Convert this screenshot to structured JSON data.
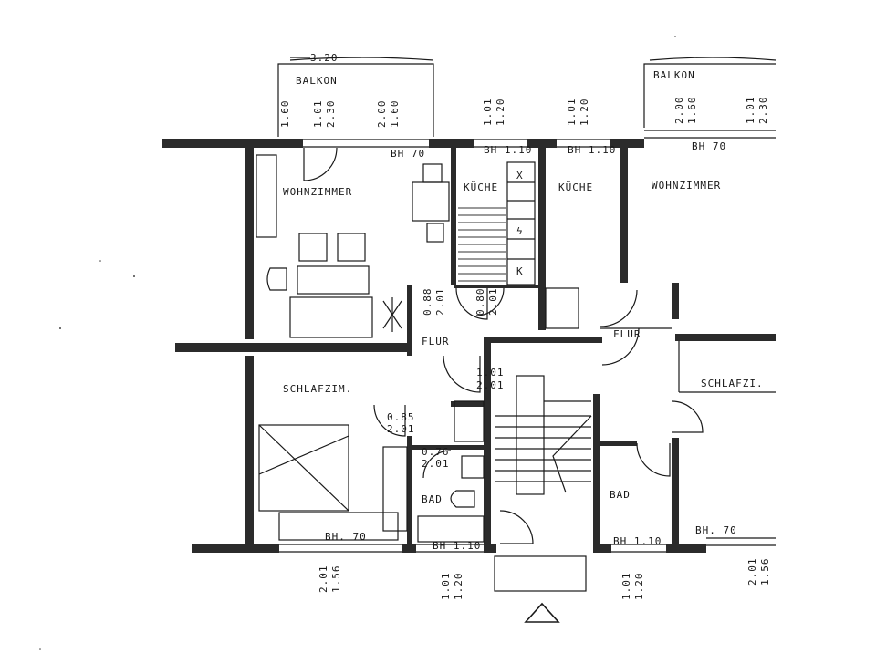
{
  "rooms": {
    "balkon_left": "BALKON",
    "balkon_right": "BALKON",
    "wohnzimmer_left": "WOHNZIMMER",
    "wohnzimmer_right": "WOHNZIMMER",
    "kueche_left": "KÜCHE",
    "kueche_right": "KÜCHE",
    "flur_left": "FLUR",
    "flur_right": "FLUR",
    "schlafzim_left": "SCHLAFZIM.",
    "schlafzim_right": "SCHLAFZI.",
    "bad_left": "BAD",
    "bad_right": "BAD"
  },
  "dimensions": {
    "balkon_width": "3.20",
    "balkon_depth": "1.60",
    "win_a1": "1.01",
    "win_a2": "2.30",
    "win_b1": "2.00",
    "win_b2": "1.60",
    "win_c1": "1.01",
    "win_c2": "1.20",
    "win_d1": "1.01",
    "win_d2": "1.20",
    "win_e1": "2.00",
    "win_e2": "1.60",
    "win_f1": "1.01",
    "win_f2": "2.30",
    "bh70_a": "BH 70",
    "bh110_a": "BH 1.10",
    "bh110_b": "BH 1.10",
    "bh70_b": "BH 70",
    "door_kue_1": "0.88",
    "door_kue_2": "2.01",
    "door_kue2_1": "0.80",
    "door_kue2_2": "2.01",
    "door_wz_1": "1.01",
    "door_wz_2": "2.01",
    "door_sz_1": "0.85",
    "door_sz_2": "2.01",
    "door_bad_1": "0.76",
    "door_bad_2": "2.01",
    "bh70_c": "BH. 70",
    "bh110_c": "BH 1.10",
    "bh110_d": "BH 1.10",
    "bh70_d": "BH. 70",
    "win_g1": "2.01",
    "win_g2": "1.56",
    "win_h1": "1.01",
    "win_h2": "1.20",
    "win_i1": "1.01",
    "win_i2": "1.20",
    "win_j1": "2.01",
    "win_j2": "1.56"
  },
  "fixtures": {
    "stove_x": "X",
    "stove_bolt": "ϟ",
    "fridge_k": "K"
  }
}
